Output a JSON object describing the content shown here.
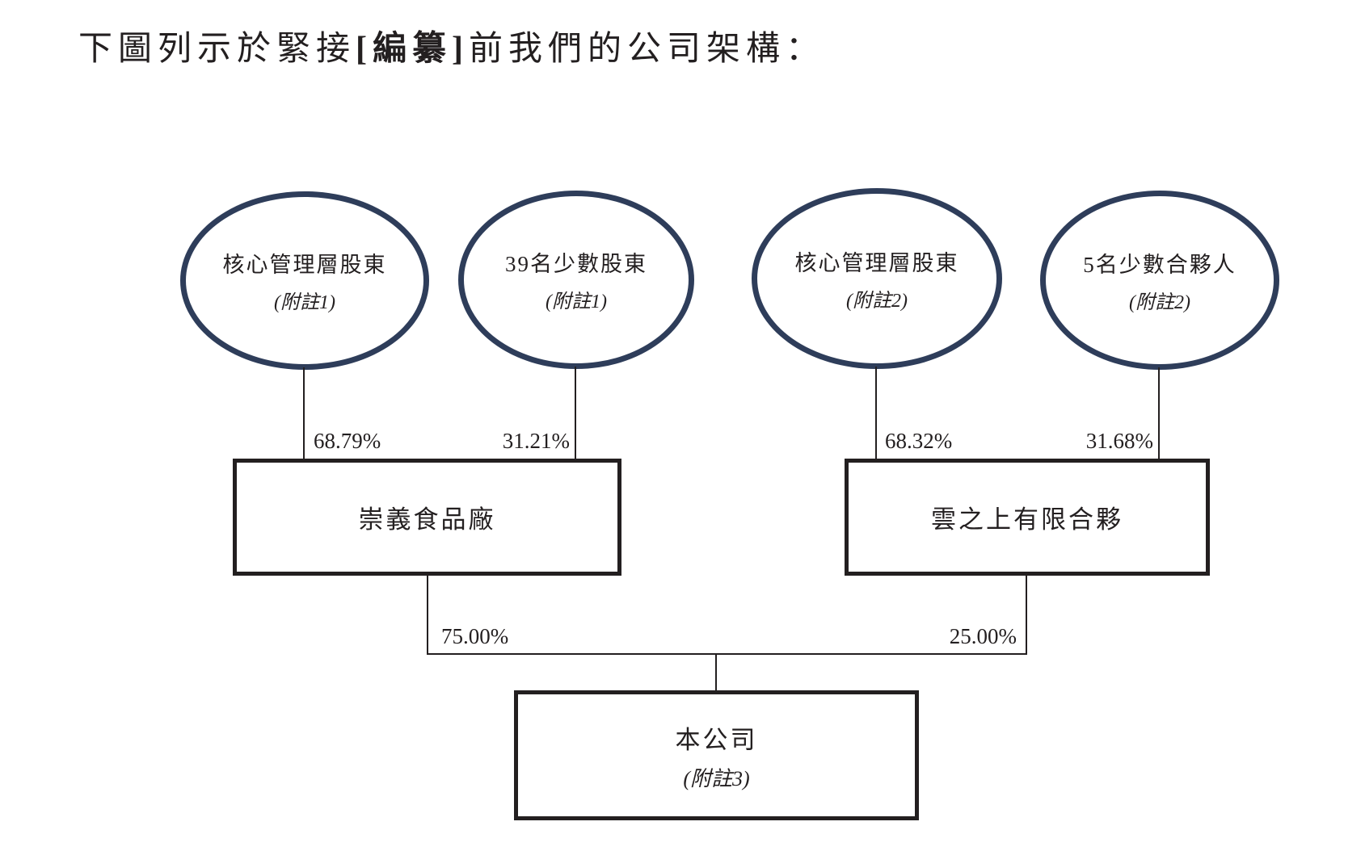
{
  "title": {
    "prefix": "下圖列示於緊接",
    "bracketed": "[編纂]",
    "suffix": "前我們的公司架構："
  },
  "diagram": {
    "colors": {
      "ellipse_border": "#2e3d5a",
      "box_border": "#231f20",
      "line": "#231f20",
      "text": "#231f20"
    },
    "ellipses": [
      {
        "label": "核心管理層股東",
        "note": "(附註1)"
      },
      {
        "label": "39名少數股東",
        "note": "(附註1)"
      },
      {
        "label": "核心管理層股東",
        "note": "(附註2)"
      },
      {
        "label": "5名少數合夥人",
        "note": "(附註2)"
      }
    ],
    "ownership_top": [
      "68.79%",
      "31.21%",
      "68.32%",
      "31.68%"
    ],
    "boxes": [
      {
        "label": "崇義食品廠"
      },
      {
        "label": "雲之上有限合夥"
      },
      {
        "label": "本公司",
        "note": "(附註3)"
      }
    ],
    "ownership_bottom": [
      "75.00%",
      "25.00%"
    ]
  }
}
